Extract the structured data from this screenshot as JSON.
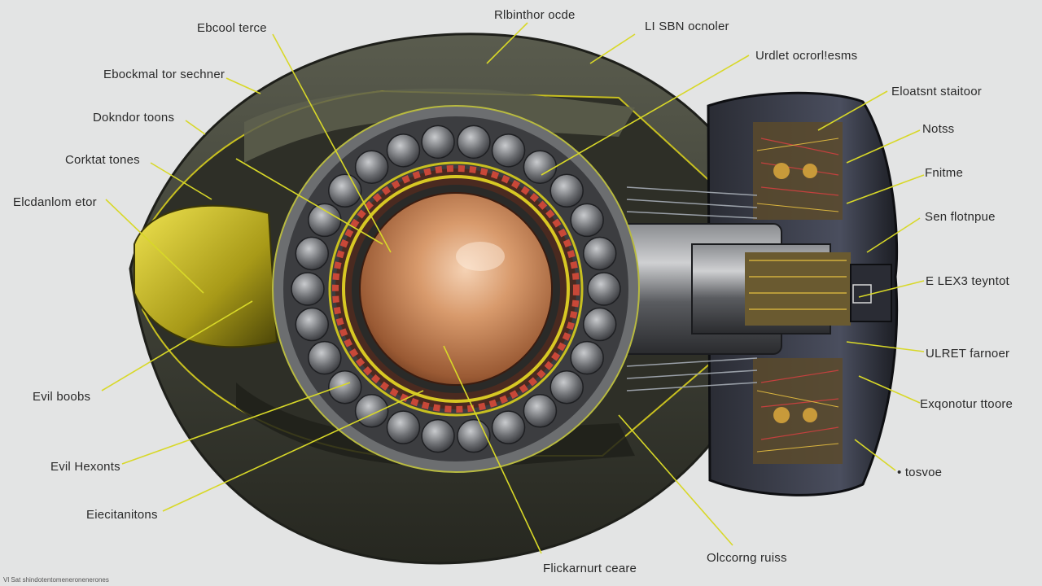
{
  "diagram": {
    "labels": {
      "top_center": "Rlbinthor ocde",
      "top_right_1": "LI SBN ocnoler",
      "top_right_2": "Urdlet ocrorl!esms",
      "top_left_1": "Ebcool terce",
      "left_1": "Ebockmal tor sechner",
      "left_2": "Dokndor toons",
      "left_3": "Corktat tones",
      "left_4": "Elcdanlom etor",
      "left_5": "Evil boobs",
      "left_6": "Evil Hexonts",
      "left_7": "Eiecitanitons",
      "bottom_center": "Flickarnurt ceare",
      "bottom_right": "Olccorng ruiss",
      "right_1": "Eloatsnt staitoor",
      "right_2": "Notss",
      "right_3": "Fnitme",
      "right_4": "Sen flotnpue",
      "right_5": "E LEX3 teyntot",
      "right_6": "ULRET farnoer",
      "right_7": "Exqonotur ttoore",
      "right_8": "• tosvoe",
      "footer": "Vl Sat shindotentomeneronenerones"
    },
    "colors": {
      "background": "#e3e4e4",
      "callout_line": "#d8d828",
      "shell": "#4b4d40",
      "core": "#c98a5c",
      "yellow_accent": "#d8c824"
    }
  }
}
